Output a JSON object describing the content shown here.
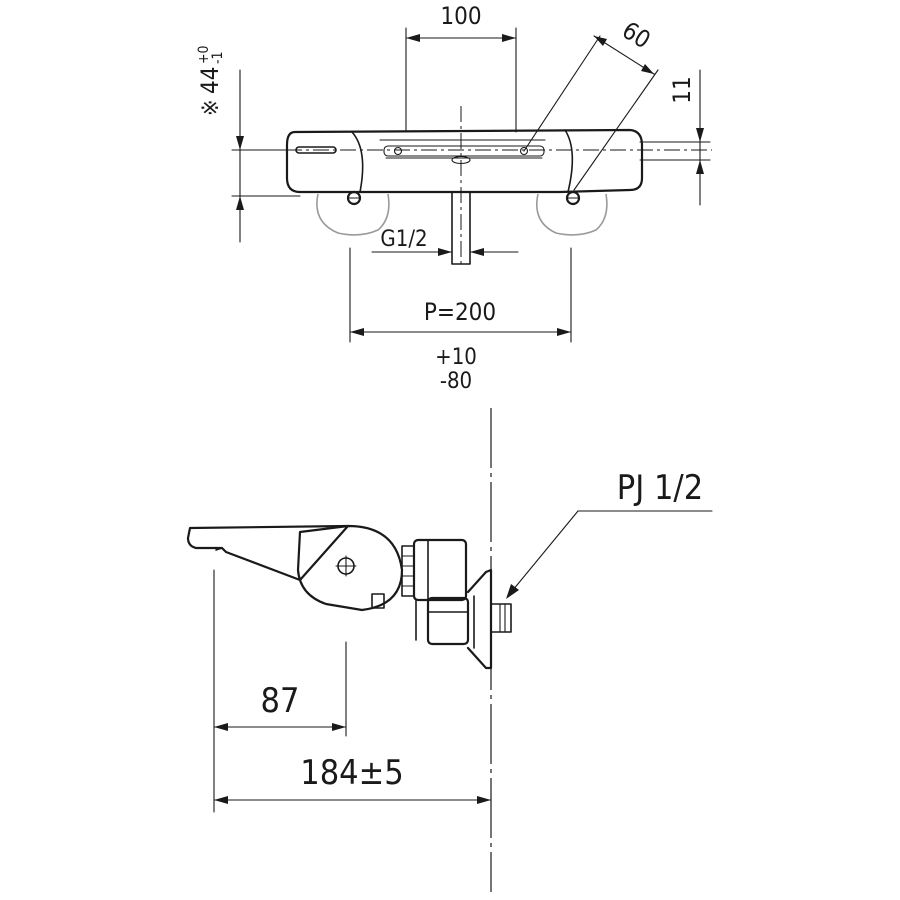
{
  "top_view": {
    "dim_width_top": "100",
    "dim_diagonal": "60",
    "dim_right": "11",
    "dim_height_mark": "※",
    "dim_height": "44",
    "dim_height_tol_plus": "+0",
    "dim_height_tol_minus": "-1",
    "thread_label": "G1/2",
    "pitch_label": "P=200",
    "pitch_tol_plus": "+10",
    "pitch_tol_minus": "-80"
  },
  "side_view": {
    "pipe_label": "PJ 1/2",
    "dim_inner": "87",
    "dim_overall": "184±5"
  }
}
